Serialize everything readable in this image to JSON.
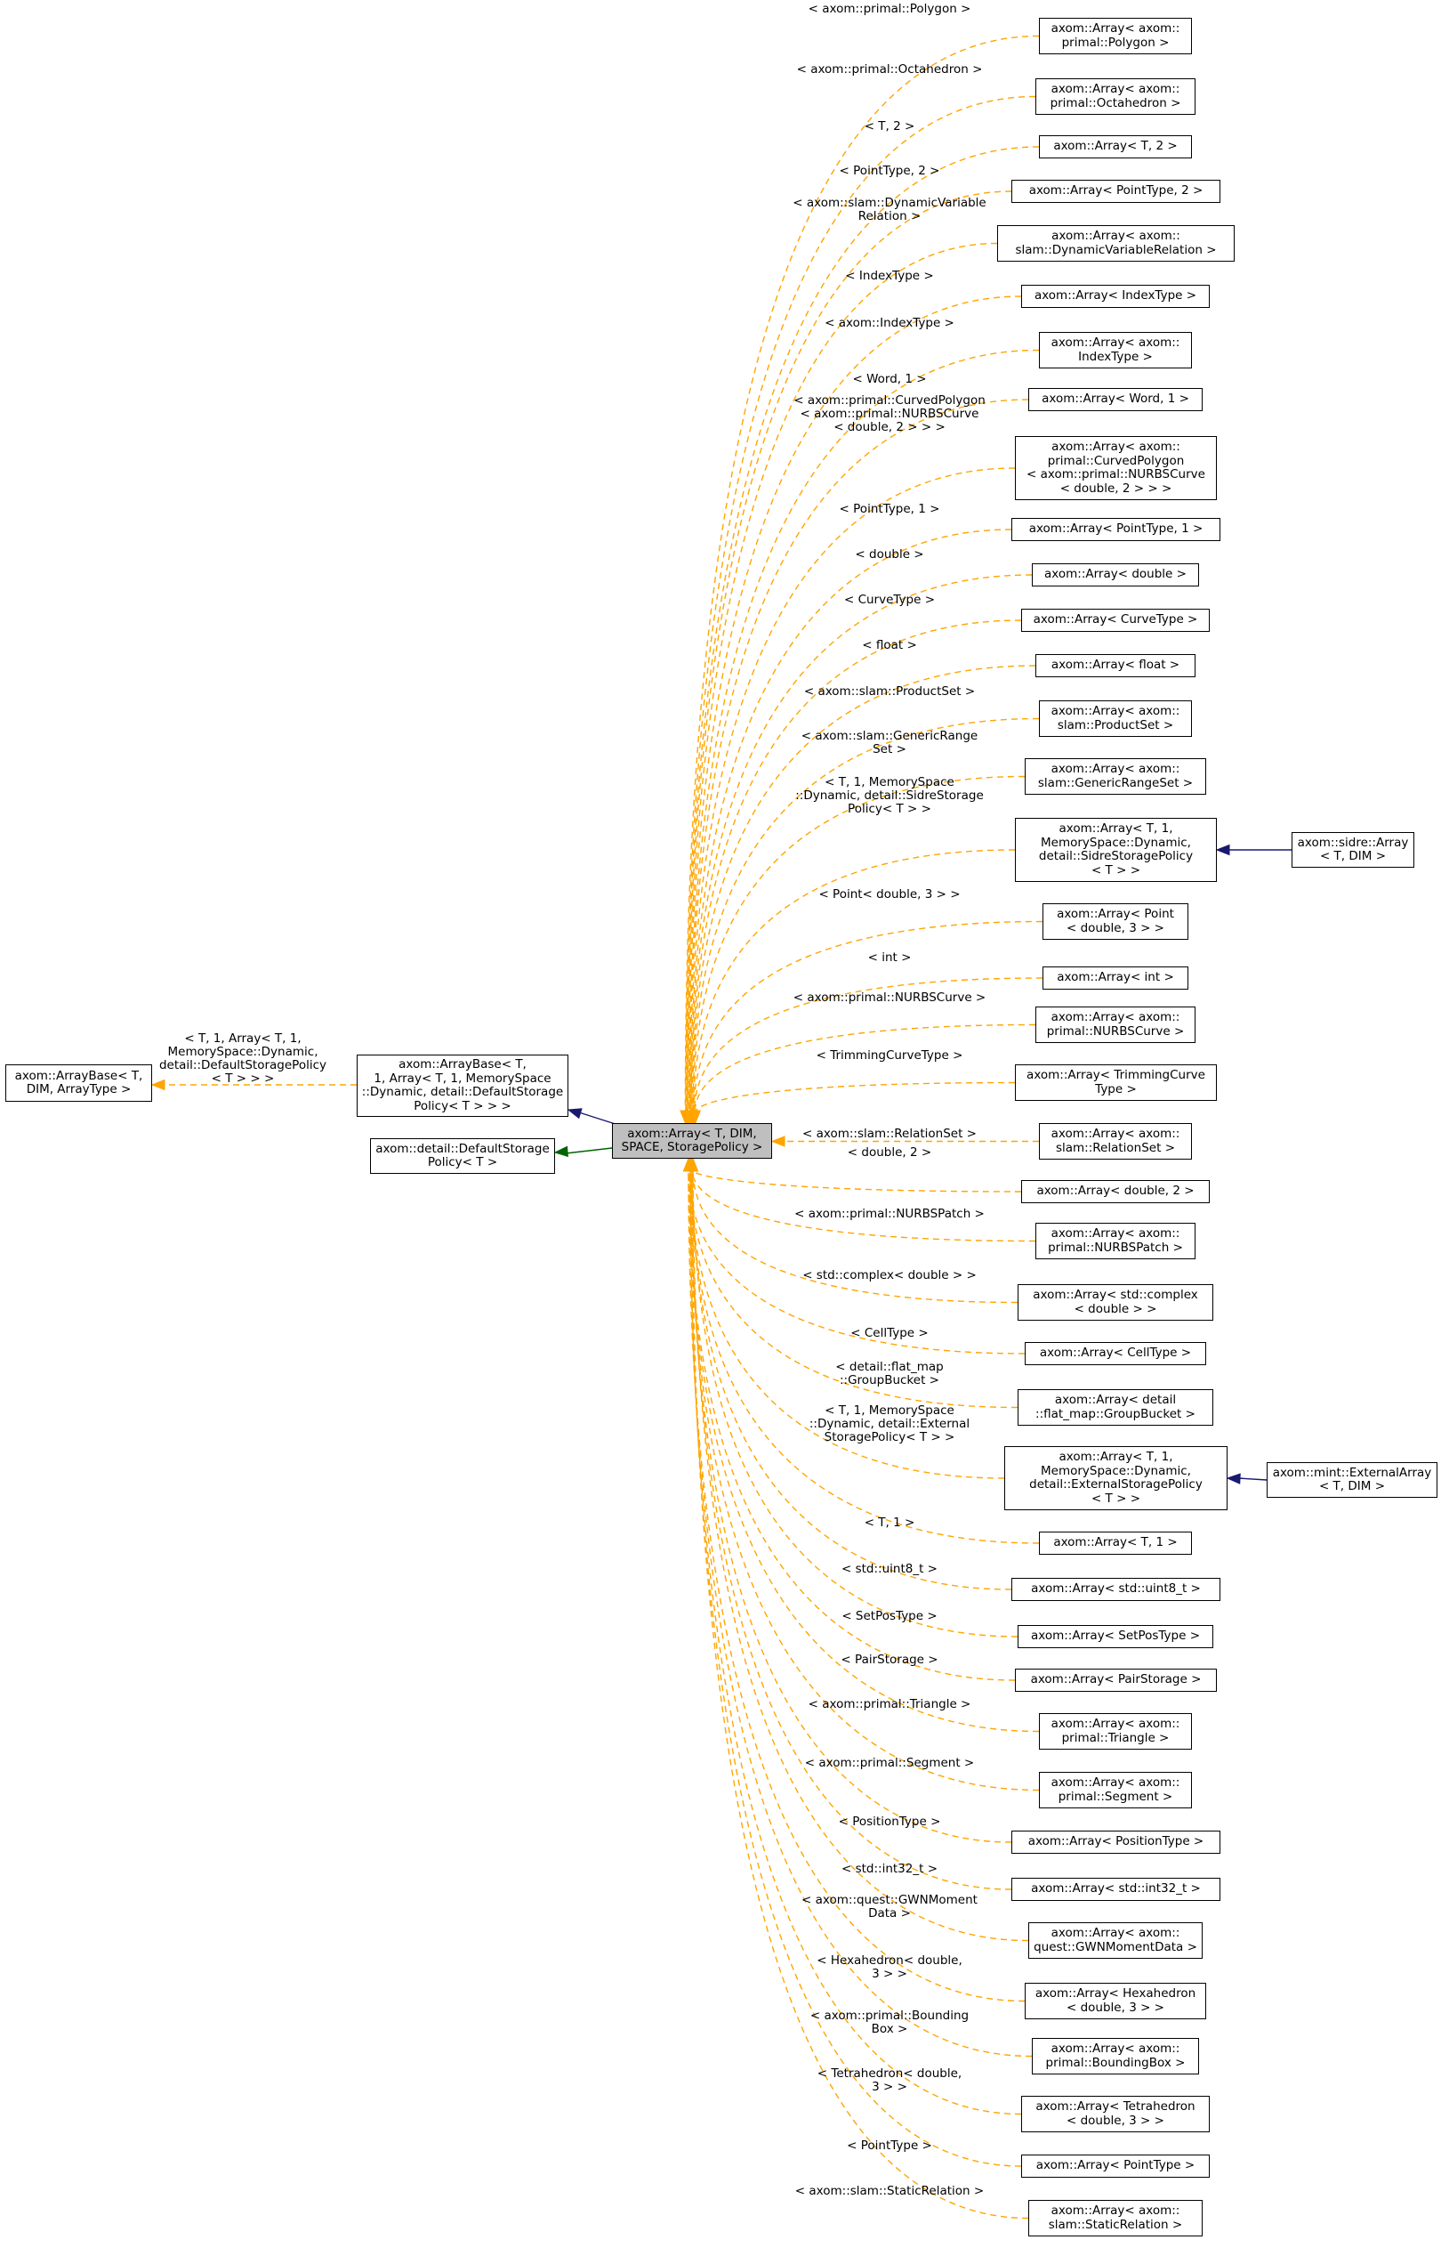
{
  "diagram": {
    "root": {
      "id": "root",
      "lines": [
        "axom::Array< T, DIM,",
        "SPACE, StoragePolicy >"
      ]
    },
    "bases": [
      {
        "id": "arraybase_inst",
        "lines": [
          "axom::ArrayBase< T,",
          " 1, Array< T, 1, MemorySpace",
          "::Dynamic, detail::DefaultStorage",
          "Policy< T > > >"
        ]
      },
      {
        "id": "arraybase",
        "lines": [
          "axom::ArrayBase< T,",
          "DIM, ArrayType >"
        ]
      },
      {
        "id": "defaultstorage",
        "lines": [
          "axom::detail::DefaultStorage",
          "Policy< T >"
        ]
      }
    ],
    "arraybase_label": [
      "< T, 1, Array< T, 1,",
      "MemorySpace::Dynamic,",
      "detail::DefaultStoragePolicy",
      "< T > > >"
    ],
    "instantiations": [
      {
        "label": [
          "< axom::primal::Polygon >"
        ],
        "node": [
          "axom::Array< axom::",
          "primal::Polygon >"
        ]
      },
      {
        "label": [
          "< axom::primal::Octahedron >"
        ],
        "node": [
          "axom::Array< axom::",
          "primal::Octahedron >"
        ]
      },
      {
        "label": [
          "< T, 2 >"
        ],
        "node": [
          "axom::Array< T, 2 >"
        ]
      },
      {
        "label": [
          "< PointType, 2 >"
        ],
        "node": [
          "axom::Array< PointType, 2 >"
        ]
      },
      {
        "label": [
          "< axom::slam::DynamicVariable",
          "Relation >"
        ],
        "node": [
          "axom::Array< axom::",
          "slam::DynamicVariableRelation >"
        ]
      },
      {
        "label": [
          "< IndexType >"
        ],
        "node": [
          "axom::Array< IndexType >"
        ]
      },
      {
        "label": [
          "< axom::IndexType >"
        ],
        "node": [
          "axom::Array< axom::",
          "IndexType >"
        ]
      },
      {
        "label": [
          "< Word, 1 >"
        ],
        "node": [
          "axom::Array< Word, 1 >"
        ]
      },
      {
        "label": [
          "< axom::primal::CurvedPolygon",
          "< axom::primal::NURBSCurve",
          "< double, 2 > > >"
        ],
        "node": [
          "axom::Array< axom::",
          "primal::CurvedPolygon",
          "< axom::primal::NURBSCurve",
          "< double, 2 > > >"
        ]
      },
      {
        "label": [
          "< PointType, 1 >"
        ],
        "node": [
          "axom::Array< PointType, 1 >"
        ]
      },
      {
        "label": [
          "< double >"
        ],
        "node": [
          "axom::Array< double >"
        ]
      },
      {
        "label": [
          "< CurveType >"
        ],
        "node": [
          "axom::Array< CurveType >"
        ]
      },
      {
        "label": [
          "< float >"
        ],
        "node": [
          "axom::Array< float >"
        ]
      },
      {
        "label": [
          "< axom::slam::ProductSet >"
        ],
        "node": [
          "axom::Array< axom::",
          "slam::ProductSet >"
        ]
      },
      {
        "label": [
          "< axom::slam::GenericRange",
          "Set >"
        ],
        "node": [
          "axom::Array< axom::",
          "slam::GenericRangeSet >"
        ]
      },
      {
        "label": [
          "< T, 1, MemorySpace",
          "::Dynamic, detail::SidreStorage",
          "Policy< T > >"
        ],
        "node": [
          "axom::Array< T, 1,",
          "MemorySpace::Dynamic,",
          "detail::SidreStoragePolicy",
          "< T > >"
        ]
      },
      {
        "label": [
          "< Point< double, 3 > >"
        ],
        "node": [
          "axom::Array< Point",
          "< double, 3 > >"
        ]
      },
      {
        "label": [
          "< int >"
        ],
        "node": [
          "axom::Array< int >"
        ]
      },
      {
        "label": [
          "< axom::primal::NURBSCurve >"
        ],
        "node": [
          "axom::Array< axom::",
          "primal::NURBSCurve >"
        ]
      },
      {
        "label": [
          "< TrimmingCurveType >"
        ],
        "node": [
          "axom::Array< TrimmingCurve",
          "Type >"
        ]
      },
      {
        "label": [
          "< axom::slam::RelationSet >"
        ],
        "node": [
          "axom::Array< axom::",
          "slam::RelationSet >"
        ]
      },
      {
        "label": [
          "< double, 2 >"
        ],
        "node": [
          "axom::Array< double, 2 >"
        ]
      },
      {
        "label": [
          "< axom::primal::NURBSPatch >"
        ],
        "node": [
          "axom::Array< axom::",
          "primal::NURBSPatch >"
        ]
      },
      {
        "label": [
          "< std::complex< double > >"
        ],
        "node": [
          "axom::Array< std::complex",
          "< double > >"
        ]
      },
      {
        "label": [
          "< CellType >"
        ],
        "node": [
          "axom::Array< CellType >"
        ]
      },
      {
        "label": [
          "< detail::flat_map",
          "::GroupBucket >"
        ],
        "node": [
          "axom::Array< detail",
          "::flat_map::GroupBucket >"
        ]
      },
      {
        "label": [
          "< T, 1, MemorySpace",
          "::Dynamic, detail::External",
          "StoragePolicy< T > >"
        ],
        "node": [
          "axom::Array< T, 1,",
          "MemorySpace::Dynamic,",
          "detail::ExternalStoragePolicy",
          "< T > >"
        ]
      },
      {
        "label": [
          "< T, 1 >"
        ],
        "node": [
          "axom::Array< T, 1 >"
        ]
      },
      {
        "label": [
          "< std::uint8_t >"
        ],
        "node": [
          "axom::Array< std::uint8_t >"
        ]
      },
      {
        "label": [
          "< SetPosType >"
        ],
        "node": [
          "axom::Array< SetPosType >"
        ]
      },
      {
        "label": [
          "< PairStorage >"
        ],
        "node": [
          "axom::Array< PairStorage >"
        ]
      },
      {
        "label": [
          "< axom::primal::Triangle >"
        ],
        "node": [
          "axom::Array< axom::",
          "primal::Triangle >"
        ]
      },
      {
        "label": [
          "< axom::primal::Segment >"
        ],
        "node": [
          "axom::Array< axom::",
          "primal::Segment >"
        ]
      },
      {
        "label": [
          "< PositionType >"
        ],
        "node": [
          "axom::Array< PositionType >"
        ]
      },
      {
        "label": [
          "< std::int32_t >"
        ],
        "node": [
          "axom::Array< std::int32_t >"
        ]
      },
      {
        "label": [
          "< axom::quest::GWNMoment",
          "Data >"
        ],
        "node": [
          "axom::Array< axom::",
          "quest::GWNMomentData >"
        ]
      },
      {
        "label": [
          "< Hexahedron< double,",
          "3 > >"
        ],
        "node": [
          "axom::Array< Hexahedron",
          "< double, 3 > >"
        ]
      },
      {
        "label": [
          "< axom::primal::Bounding",
          "Box >"
        ],
        "node": [
          "axom::Array< axom::",
          "primal::BoundingBox >"
        ]
      },
      {
        "label": [
          "< Tetrahedron< double,",
          "3 > >"
        ],
        "node": [
          "axom::Array< Tetrahedron",
          "< double, 3 > >"
        ]
      },
      {
        "label": [
          "< PointType >"
        ],
        "node": [
          "axom::Array< PointType >"
        ]
      },
      {
        "label": [
          "< axom::slam::StaticRelation >"
        ],
        "node": [
          "axom::Array< axom::",
          "slam::StaticRelation >"
        ]
      }
    ],
    "derived": [
      {
        "id": "sidre_array",
        "from": 15,
        "lines": [
          "axom::sidre::Array",
          "< T, DIM >"
        ]
      },
      {
        "id": "mint_external",
        "from": 26,
        "lines": [
          "axom::mint::ExternalArray",
          "< T, DIM >"
        ]
      }
    ],
    "colors": {
      "template_edge": "#FFA500",
      "public_inheritance": "#191970",
      "protected_inheritance": "#006400",
      "node_border": "#000000",
      "root_fill": "#BFBFBF"
    }
  }
}
